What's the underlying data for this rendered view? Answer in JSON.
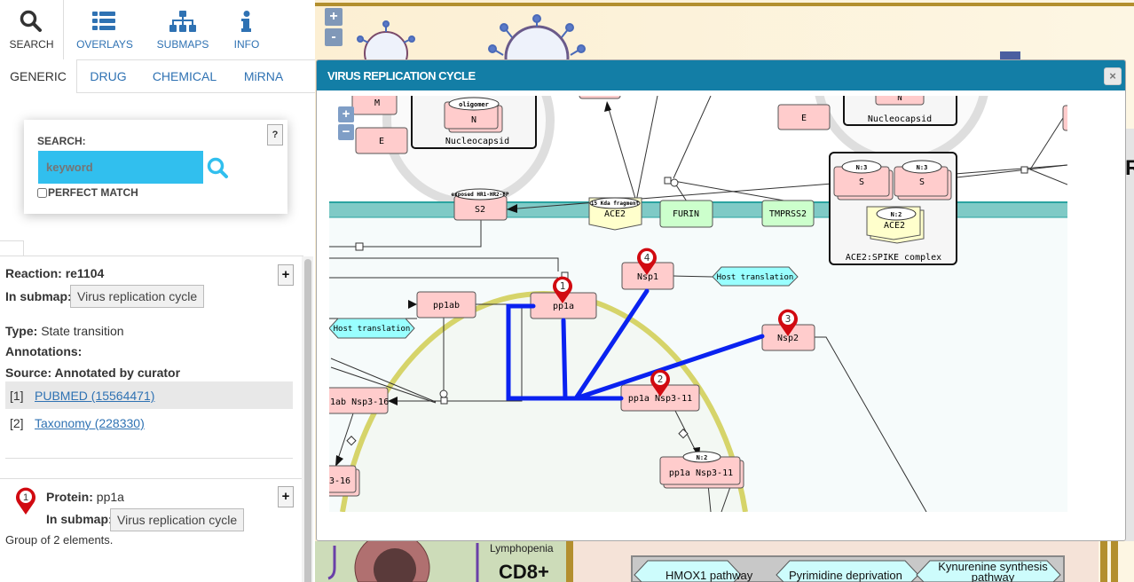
{
  "nav": {
    "tabs": [
      {
        "label": "SEARCH",
        "icon": "search-icon"
      },
      {
        "label": "OVERLAYS",
        "icon": "list-icon"
      },
      {
        "label": "SUBMAPS",
        "icon": "sitemap-icon"
      },
      {
        "label": "INFO",
        "icon": "info-icon"
      }
    ],
    "subtabs": [
      "GENERIC",
      "DRUG",
      "CHEMICAL",
      "MiRNA"
    ]
  },
  "search": {
    "label": "SEARCH:",
    "placeholder": "keyword",
    "value": "",
    "help_label": "?",
    "perfect_match_label": "PERFECT MATCH",
    "perfect_match_checked": false,
    "accent_color": "#31bfee"
  },
  "reaction": {
    "title_label": "Reaction:",
    "title_value": "re1104",
    "submap_label": "In submap:",
    "submap_button": "Virus replication cycle",
    "type_label": "Type:",
    "type_value": "State transition",
    "annotations_label": "Annotations:",
    "source_label": "Source: Annotated by curator",
    "annotations": [
      {
        "index": "[1]",
        "text": "PUBMED (15564471)"
      },
      {
        "index": "[2]",
        "text": "Taxonomy (228330)"
      }
    ],
    "expand_label": "+"
  },
  "protein": {
    "marker": "1",
    "label": "Protein:",
    "value": "pp1a",
    "submap_label": "In submap:",
    "submap_button": "Virus replication cycle",
    "group_text": "Group of 2 elements.",
    "expand_label": "+"
  },
  "map": {
    "zoom_in": "+",
    "zoom_out": "-",
    "bottom_labels": {
      "lymphopenia": "Lymphopenia",
      "cd8": "CD8+",
      "hmox1": "HMOX1 pathway",
      "pyrimidine": "Pyrimidine deprivation",
      "kynurenine": "Kynurenine synthesis pathway",
      "r_letter": "R"
    }
  },
  "dialog": {
    "title": "VIRUS REPLICATION CYCLE",
    "close": "×",
    "zoom_in": "+",
    "zoom_out": "−",
    "highlight_color": "#0a22f0",
    "nodes": {
      "m": "M",
      "e1": "E",
      "e2": "E",
      "oligomer": "oligomer",
      "n1": "N",
      "nucleocapsid1": "Nucleocapsid",
      "n2": "N",
      "nucleocapsid2": "Nucleocapsid",
      "s2_state": "exposed HR1-HR2-FP",
      "s2": "S2",
      "ace2_state": "15 Kda fragment",
      "ace2": "ACE2",
      "furin": "FURIN",
      "tmprss2": "TMPRSS2",
      "s_a_state": "N:3",
      "s_a": "S",
      "s_b_state": "N:3",
      "s_b": "S",
      "ace2c_state": "N:2",
      "ace2c": "ACE2",
      "complex": "ACE2:SPIKE complex",
      "nsp1": "Nsp1",
      "host_translation_1": "Host translation",
      "host_translation_2": "Host translation",
      "pp1ab": "pp1ab",
      "pp1a": "pp1a",
      "nsp2": "Nsp2",
      "pp1a_nsp3_11": "pp1a Nsp3-11",
      "pp1ab_nsp3_16": "1ab Nsp3-16",
      "pp1a_nsp3_11_multi_state": "N:2",
      "pp1a_nsp3_11_multi": "pp1a Nsp3-11",
      "nsp3_16_cut": "3-16"
    },
    "markers": [
      "1",
      "2",
      "3",
      "4"
    ]
  }
}
